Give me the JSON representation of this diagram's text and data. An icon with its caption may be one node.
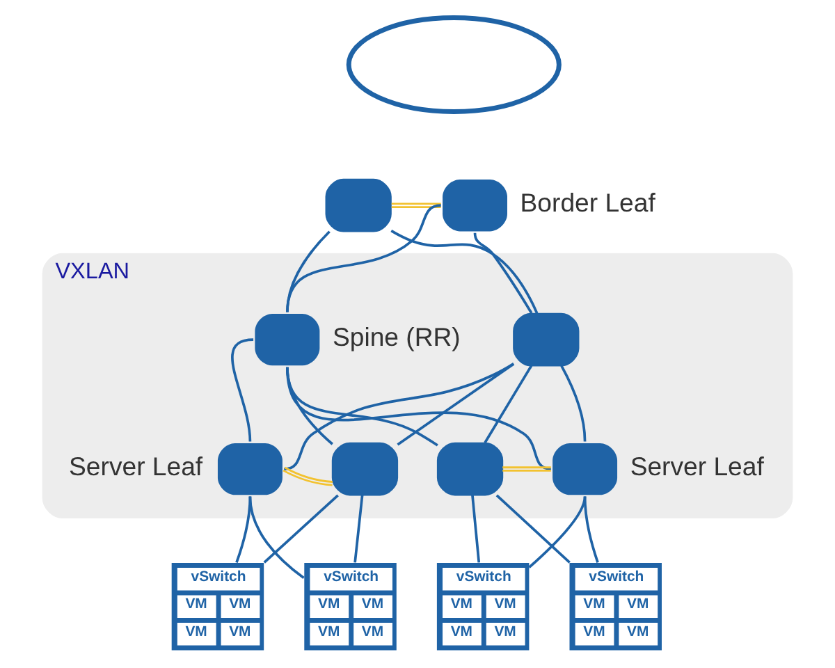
{
  "diagram": {
    "nodes": [
      {
        "text": [],
        "shape": "cloud"
      },
      {
        "text": [],
        "shape": "box"
      },
      {
        "text": [],
        "shape": "box",
        "beside": [
          "Border Leaf"
        ]
      },
      {
        "text": [
          "VXLAN"
        ]
      },
      {
        "text": [],
        "shape": "box",
        "in": 3
      },
      {
        "text": [],
        "shape": "box",
        "in": 3,
        "beside": [
          "Spine (RR)"
        ]
      },
      {
        "text": [],
        "shape": "box",
        "in": 3,
        "beside": [
          "Server Leaf"
        ]
      },
      {
        "text": [],
        "shape": "box",
        "in": 3
      },
      {
        "text": [],
        "shape": "box",
        "in": 3
      },
      {
        "text": [],
        "shape": "box",
        "in": 3,
        "beside": [
          "Server Leaf"
        ]
      },
      {
        "text": [
          "vSwitch",
          "VM",
          "VM",
          "VM",
          "VM"
        ]
      },
      {
        "text": [
          "vSwitch",
          "VM",
          "VM",
          "VM",
          "VM"
        ]
      },
      {
        "text": [
          "vSwitch",
          "VM",
          "VM",
          "VM",
          "VM"
        ]
      },
      {
        "text": [
          "vSwitch",
          "VM",
          "VM",
          "VM",
          "VM"
        ]
      }
    ],
    "edges": [
      {
        "from": 1,
        "to": 2,
        "arrow": "none",
        "color": "#f2c230"
      },
      {
        "from": 1,
        "to": 4,
        "arrow": "none"
      },
      {
        "from": 1,
        "to": 5,
        "arrow": "none"
      },
      {
        "from": 2,
        "to": 4,
        "arrow": "none"
      },
      {
        "from": 2,
        "to": 5,
        "arrow": "none"
      },
      {
        "from": 4,
        "to": 6,
        "arrow": "none"
      },
      {
        "from": 4,
        "to": 7,
        "arrow": "none"
      },
      {
        "from": 4,
        "to": 8,
        "arrow": "none"
      },
      {
        "from": 4,
        "to": 9,
        "arrow": "none"
      },
      {
        "from": 5,
        "to": 6,
        "arrow": "none"
      },
      {
        "from": 5,
        "to": 7,
        "arrow": "none"
      },
      {
        "from": 5,
        "to": 8,
        "arrow": "none"
      },
      {
        "from": 5,
        "to": 9,
        "arrow": "none"
      },
      {
        "from": 6,
        "to": 7,
        "arrow": "none",
        "color": "#f2c230"
      },
      {
        "from": 8,
        "to": 9,
        "arrow": "none",
        "color": "#f2c230"
      },
      {
        "from": 6,
        "to": 10,
        "arrow": "none"
      },
      {
        "from": 6,
        "to": 11,
        "arrow": "none"
      },
      {
        "from": 7,
        "to": 10,
        "arrow": "none"
      },
      {
        "from": 7,
        "to": 11,
        "arrow": "none"
      },
      {
        "from": 8,
        "to": 12,
        "arrow": "none"
      },
      {
        "from": 8,
        "to": 13,
        "arrow": "none"
      },
      {
        "from": 9,
        "to": 12,
        "arrow": "none"
      },
      {
        "from": 9,
        "to": 13,
        "arrow": "none"
      }
    ]
  }
}
